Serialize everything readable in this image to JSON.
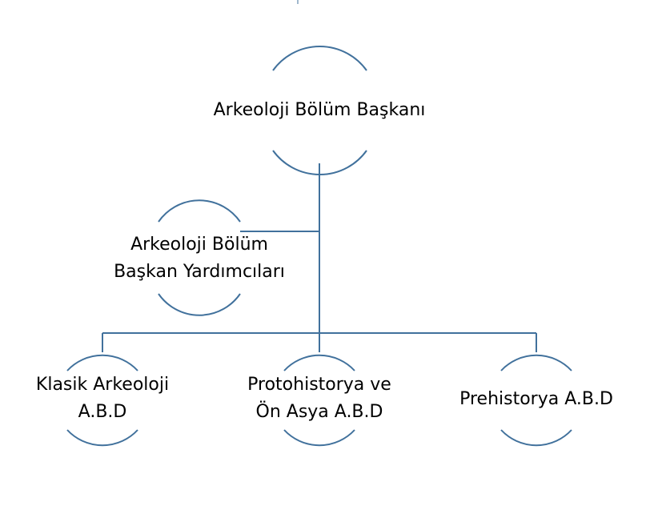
{
  "diagram": {
    "colors": {
      "line": "#41719c",
      "text": "#000000",
      "background": "#ffffff"
    },
    "nodes": [
      {
        "id": "head",
        "lines": [
          "Arkeoloji Bölüm Başkanı"
        ]
      },
      {
        "id": "deputies",
        "lines": [
          "Arkeoloji Bölüm",
          "Başkan Yardımcıları"
        ]
      },
      {
        "id": "classical",
        "lines": [
          "Klasik Arkeoloji",
          "A.B.D"
        ]
      },
      {
        "id": "protohistory",
        "lines": [
          "Protohistorya ve",
          "Ön Asya A.B.D"
        ]
      },
      {
        "id": "prehistory",
        "lines": [
          "Prehistorya A.B.D"
        ]
      }
    ],
    "edges": [
      {
        "from": "head",
        "to": "deputies",
        "type": "assistant"
      },
      {
        "from": "head",
        "to": "classical",
        "type": "child"
      },
      {
        "from": "head",
        "to": "protohistory",
        "type": "child"
      },
      {
        "from": "head",
        "to": "prehistory",
        "type": "child"
      }
    ]
  }
}
